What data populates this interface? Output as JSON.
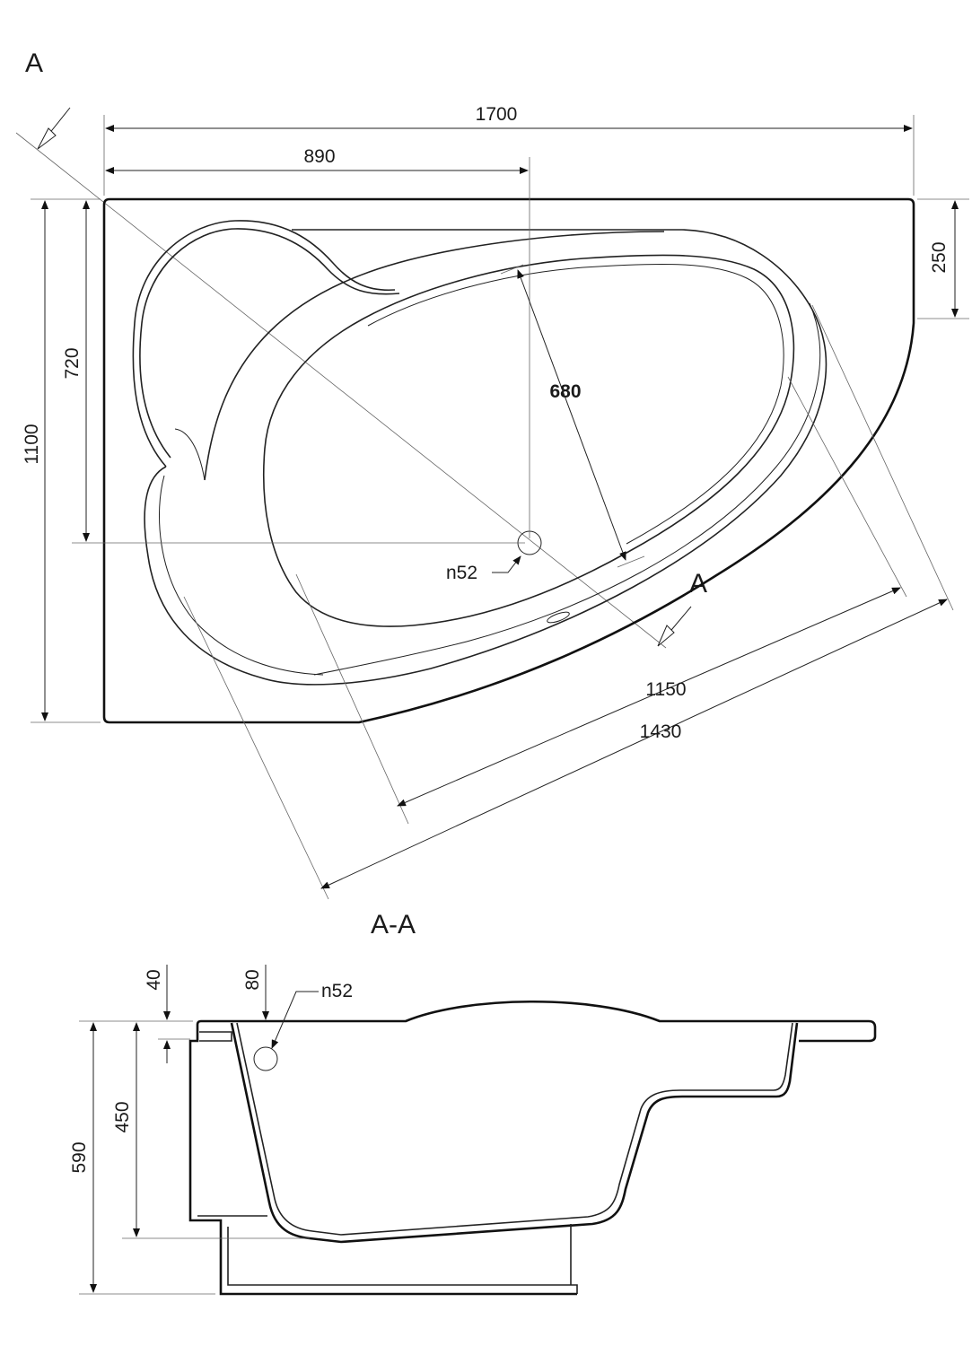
{
  "plan_view": {
    "section_marker_top": "A",
    "section_marker_bottom": "A",
    "dimensions": {
      "overall_length": "1700",
      "drain_offset_x": "890",
      "overall_width": "1100",
      "drain_offset_y": "720",
      "right_end_depth": "250",
      "inner_depth": "680",
      "inner_length": "1150",
      "outer_length": "1430"
    },
    "drain_label": "n52"
  },
  "section_view": {
    "title": "A-A",
    "dimensions": {
      "rim_thickness": "40",
      "overflow_depth": "80",
      "inner_height": "450",
      "overall_height": "590"
    },
    "overflow_label": "n52"
  }
}
